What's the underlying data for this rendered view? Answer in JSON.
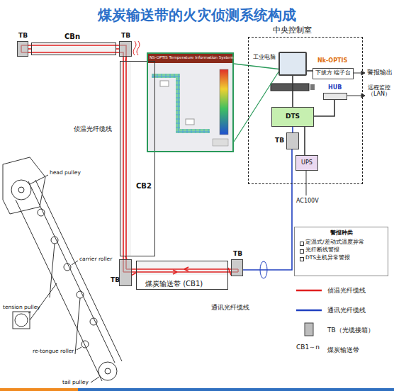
{
  "diagram": {
    "title": "煤炭输送带的火灾侦测系统构成",
    "nodes": [
      {
        "text": [
          "TB"
        ]
      },
      {
        "text": [
          "CBn"
        ]
      },
      {
        "text": [
          "TB"
        ]
      },
      {
        "text": [
          "CB2"
        ]
      },
      {
        "text": [
          "TB"
        ]
      },
      {
        "text": [
          "煤炭输送带 (CB1)"
        ]
      },
      {
        "text": [
          "TB"
        ]
      },
      {
        "text": [
          "中央控制室"
        ]
      },
      {
        "text": [
          "工业电脑"
        ],
        "in": 7
      },
      {
        "text": [
          "Nk-OPTIS",
          "下拔方 端子台"
        ],
        "in": 7
      },
      {
        "text": [
          "HUB"
        ],
        "in": 7
      },
      {
        "text": [
          "DTS"
        ],
        "in": 7
      },
      {
        "text": [
          "TB"
        ],
        "in": 7
      },
      {
        "text": [
          "UPS"
        ],
        "in": 7
      },
      {
        "text": [
          "NS-OPTIS Temperature Information System"
        ]
      },
      {
        "text": [
          "警报种类",
          "定温式/差动式温度异常",
          "光纤断线警报",
          "DTS主机异常警报"
        ]
      }
    ],
    "edges": [
      {
        "from": 0,
        "to": 1,
        "arrow": "none"
      },
      {
        "from": 1,
        "to": 2,
        "arrow": "none"
      },
      {
        "from": 2,
        "to": 3,
        "arrow": "none"
      },
      {
        "from": 3,
        "to": 4,
        "arrow": "none"
      },
      {
        "from": 4,
        "to": 5,
        "arrow": "none"
      },
      {
        "from": 5,
        "to": 6,
        "arrow": "none"
      },
      {
        "from": 6,
        "to": 12,
        "arrow": "none"
      },
      {
        "from": 8,
        "to": 9,
        "arrow": "none"
      },
      {
        "from": 8,
        "to": 11,
        "arrow": "none"
      },
      {
        "from": 11,
        "to": 10,
        "arrow": "none"
      },
      {
        "from": 13,
        "to": 11,
        "arrow": "none"
      },
      {
        "from": 11,
        "to": 12,
        "arrow": "none"
      },
      {
        "from": 8,
        "to": 14,
        "arrow": "none"
      }
    ],
    "labels": [
      "侦温光纤缆线",
      "通讯光纤缆线",
      "警报输出",
      "远程监控 （LAN）",
      "AC100V",
      "head pulley",
      "carrier roller",
      "tension pulley",
      "re-tongue roller",
      "tail pulley",
      "CB1～n"
    ],
    "legend": [
      {
        "text": "侦温光纤缆线"
      },
      {
        "text": "通讯光纤缆线"
      },
      {
        "text": "TB（光缆接箱）",
        "color": "#bdbdbd"
      },
      {
        "text": "煤炭输送带"
      }
    ]
  }
}
